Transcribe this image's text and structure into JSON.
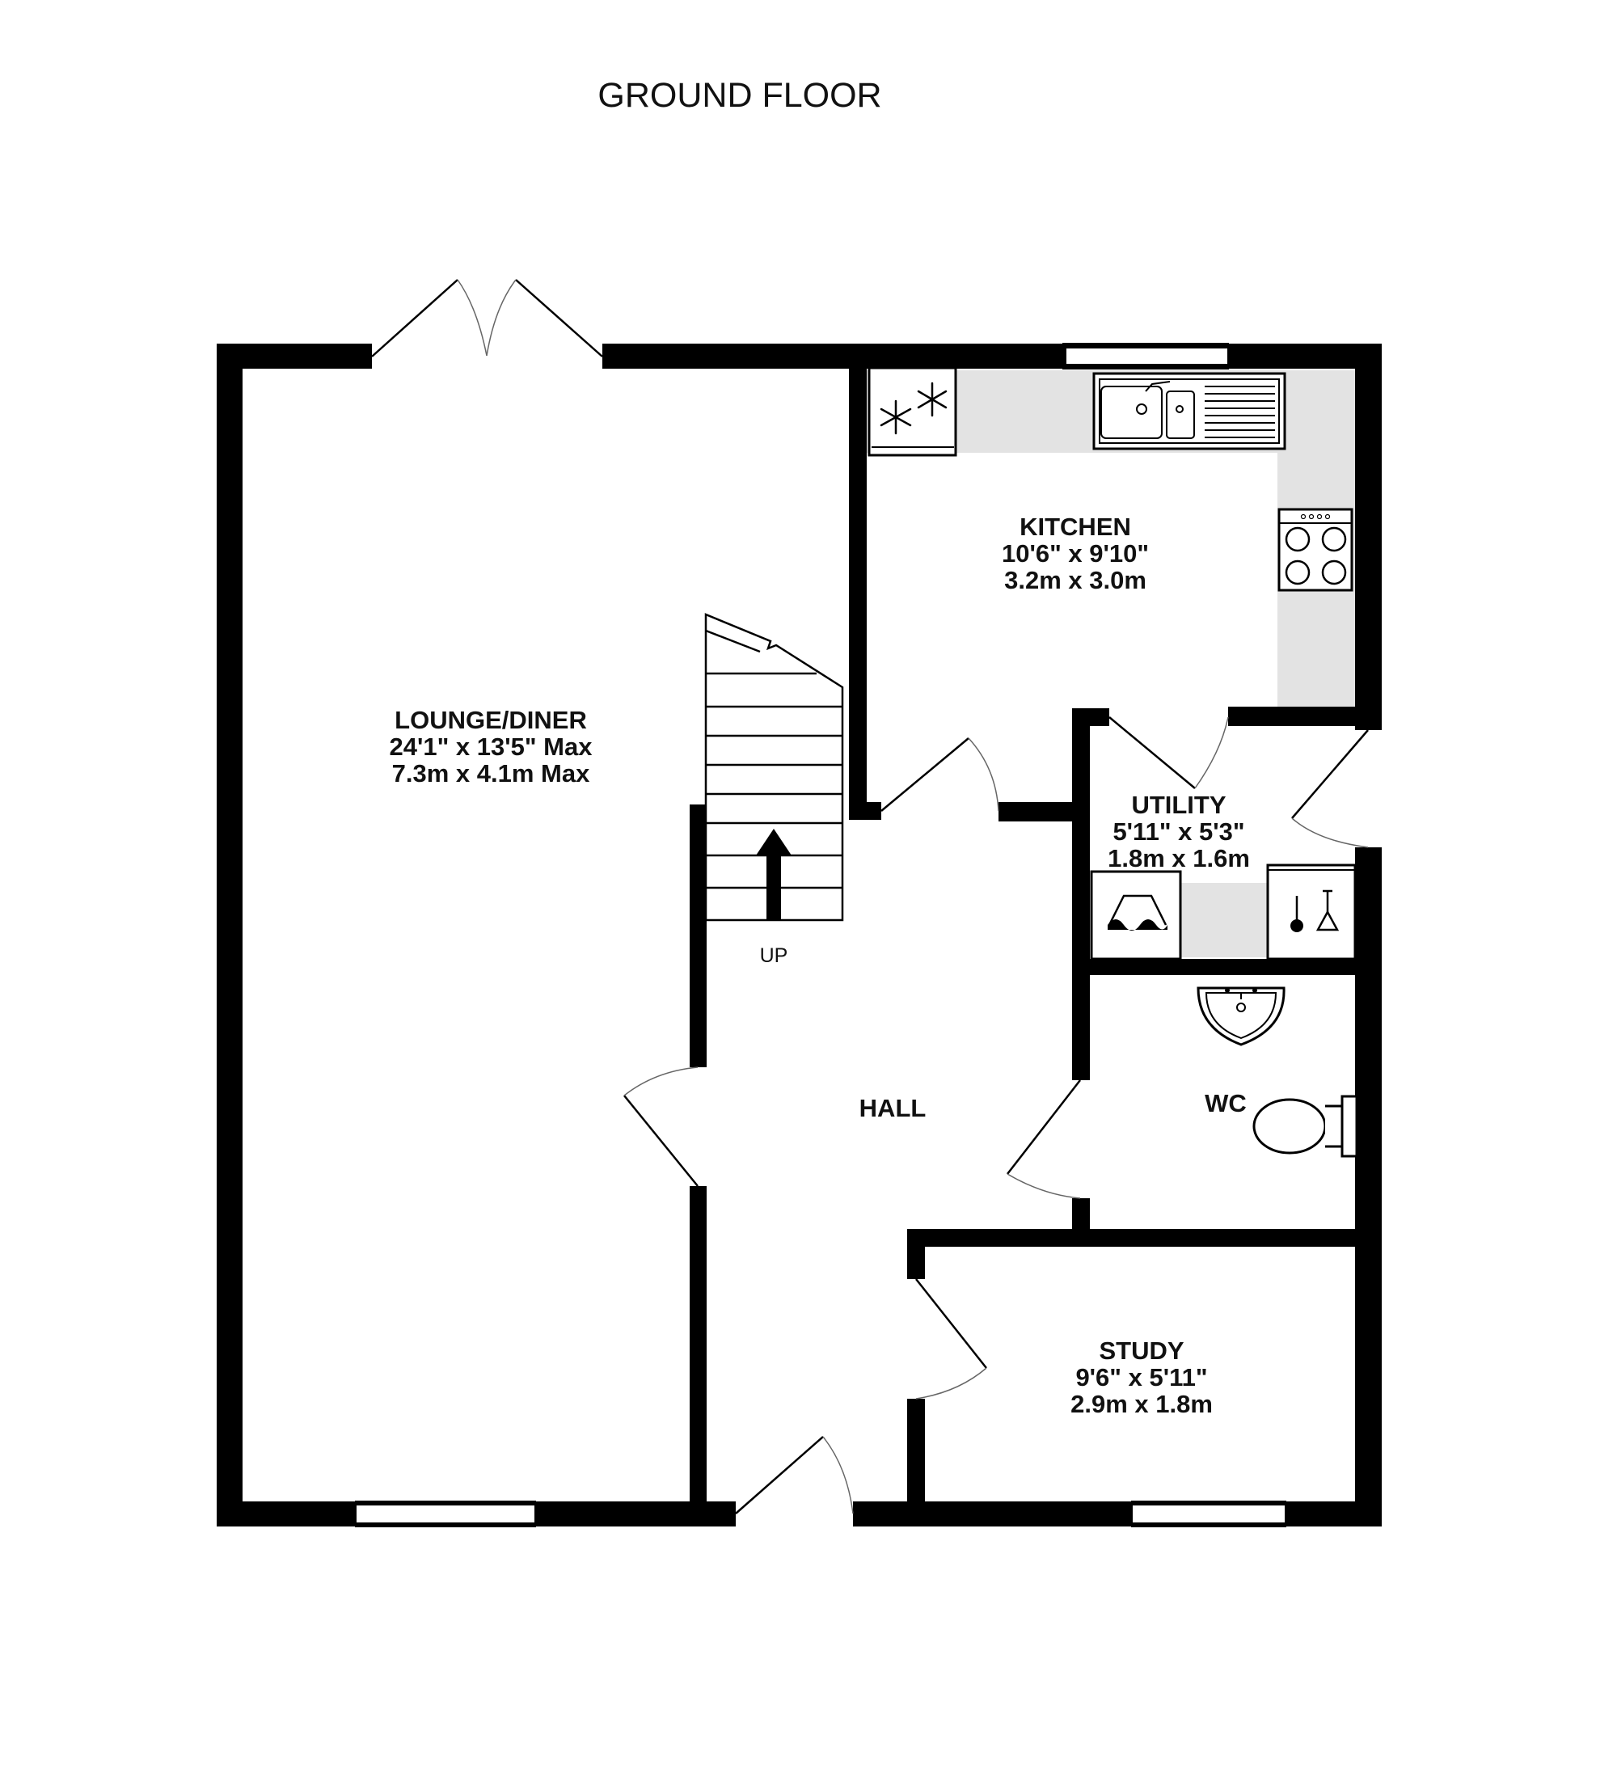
{
  "title": "GROUND FLOOR",
  "stair_label": "UP",
  "rooms": {
    "lounge": {
      "name": "LOUNGE/DINER",
      "size_imperial": "24'1\"  x 13'5\" Max",
      "size_metric": "7.3m  x 4.1m Max"
    },
    "kitchen": {
      "name": "KITCHEN",
      "size_imperial": "10'6\"  x 9'10\"",
      "size_metric": "3.2m  x 3.0m"
    },
    "utility": {
      "name": "UTILITY",
      "size_imperial": "5'11\"  x 5'3\"",
      "size_metric": "1.8m  x 1.6m"
    },
    "hall": {
      "name": "HALL"
    },
    "wc": {
      "name": "WC"
    },
    "study": {
      "name": "STUDY",
      "size_imperial": "9'6\"  x 5'11\"",
      "size_metric": "2.9m  x 1.8m"
    }
  },
  "fixtures": [
    "fridge-freezer-icon",
    "sink-icon",
    "hob-icon",
    "washing-machine-icon",
    "boiler-icon",
    "wash-basin-icon",
    "toilet-icon"
  ],
  "colors": {
    "wall": "#000000",
    "counter": "#e3e3e3",
    "background": "#ffffff"
  }
}
